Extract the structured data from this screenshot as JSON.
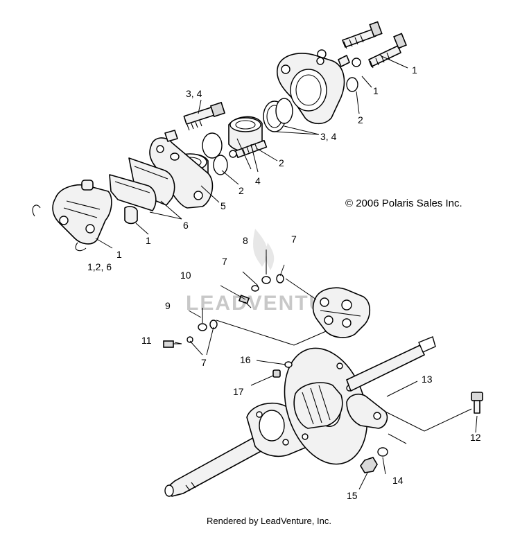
{
  "copyright": "© 2006 Polaris Sales Inc.",
  "footer": "Rendered by LeadVenture, Inc.",
  "watermark": "LEADVENTURE",
  "callouts": {
    "c1_top": "1",
    "c1_mid": "1",
    "c2_top": "2",
    "c34_right": "3, 4",
    "c2_right": "2",
    "c34_top": "3, 4",
    "c4": "4",
    "c2_mid": "2",
    "c5": "5",
    "c6": "6",
    "c1_pin": "1",
    "c1_caliper": "1",
    "c126": "1,2, 6",
    "c8": "8",
    "c7_top": "7",
    "c7_mid": "7",
    "c10": "10",
    "c9": "9",
    "c11": "11",
    "c7_low": "7",
    "c16": "16",
    "c13": "13",
    "c17": "17",
    "c12": "12",
    "c14": "14",
    "c15": "15"
  }
}
